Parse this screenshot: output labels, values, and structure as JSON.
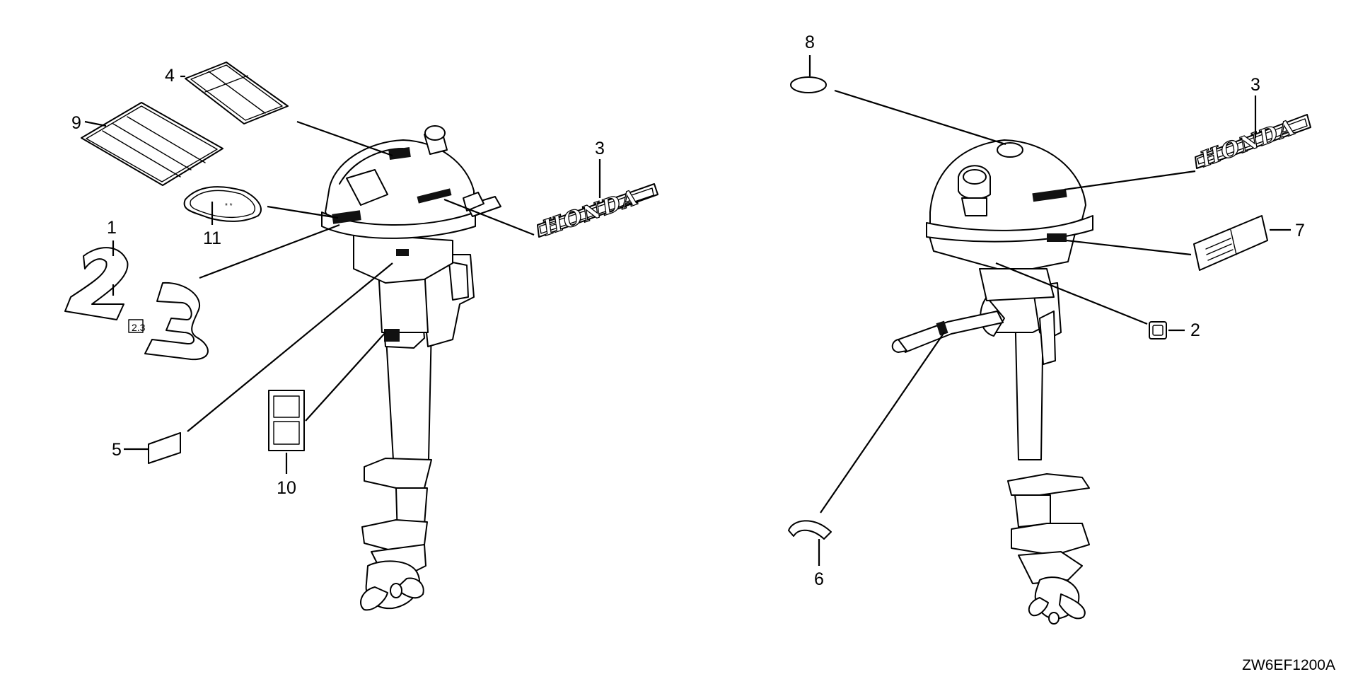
{
  "callouts": {
    "c1": "1",
    "c2": "2",
    "c3a": "3",
    "c3b": "3",
    "c4": "4",
    "c5": "5",
    "c6": "6",
    "c7": "7",
    "c8": "8",
    "c9": "9",
    "c10": "10",
    "c11": "11"
  },
  "decal_text": {
    "honda_left": "HONDA",
    "honda_right": "HONDA",
    "model_badge": "2.3"
  },
  "diagram_code": "ZW6EF1200A"
}
